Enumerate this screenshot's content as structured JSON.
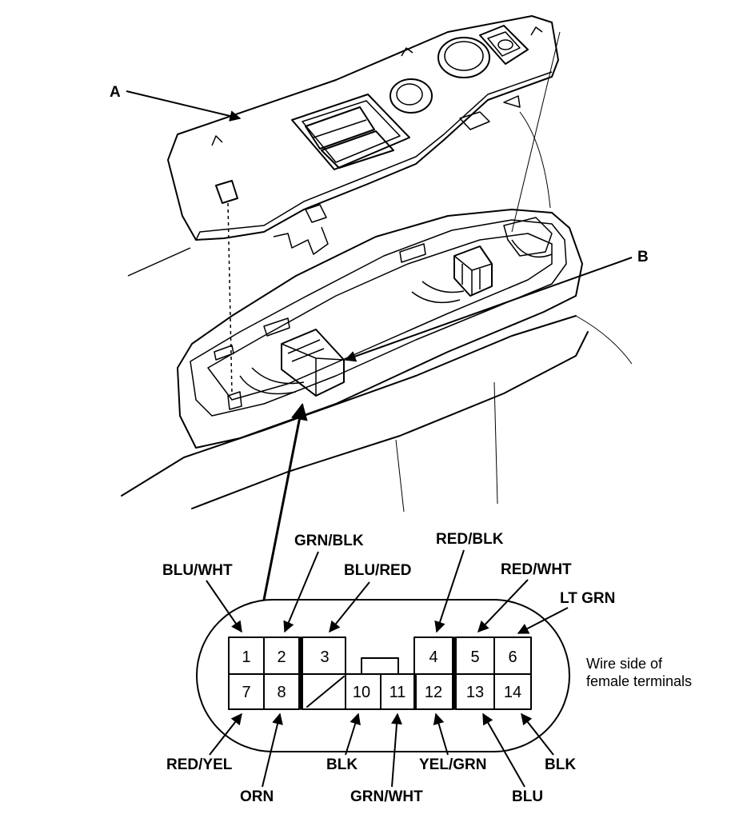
{
  "parts": {
    "a": "A",
    "b": "B"
  },
  "connector": {
    "caption_line1": "Wire side of",
    "caption_line2": "female terminals",
    "pins": [
      "1",
      "2",
      "3",
      "4",
      "5",
      "6",
      "7",
      "8",
      "10",
      "11",
      "12",
      "13",
      "14"
    ]
  },
  "wires": {
    "blu_wht": "BLU/WHT",
    "grn_blk": "GRN/BLK",
    "blu_red": "BLU/RED",
    "red_blk": "RED/BLK",
    "red_wht": "RED/WHT",
    "lt_grn": "LT GRN",
    "red_yel": "RED/YEL",
    "orn": "ORN",
    "blk_10": "BLK",
    "grn_wht": "GRN/WHT",
    "yel_grn": "YEL/GRN",
    "blu": "BLU",
    "blk_14": "BLK"
  }
}
